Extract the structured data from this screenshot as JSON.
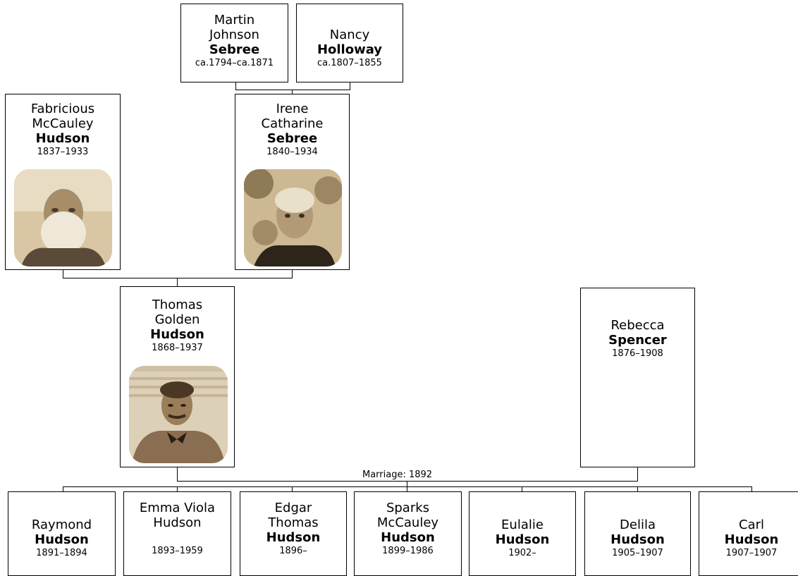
{
  "people": {
    "martin": {
      "given": [
        "Martin",
        "Johnson"
      ],
      "surname": "Sebree",
      "dates": "ca.1794–ca.1871"
    },
    "nancy": {
      "given": [
        "Nancy"
      ],
      "surname": "Holloway",
      "dates": "ca.1807–1855"
    },
    "fabricious": {
      "given": [
        "Fabricious",
        "McCauley"
      ],
      "surname": "Hudson",
      "dates": "1837–1933"
    },
    "irene": {
      "given": [
        "Irene",
        "Catharine"
      ],
      "surname": "Sebree",
      "dates": "1840–1934"
    },
    "thomas": {
      "given": [
        "Thomas",
        "Golden"
      ],
      "surname": "Hudson",
      "dates": "1868–1937"
    },
    "rebecca": {
      "given": [
        "Rebecca"
      ],
      "surname": "Spencer",
      "dates": "1876–1908"
    },
    "raymond": {
      "given": [
        "Raymond"
      ],
      "surname": "Hudson",
      "dates": "1891–1894"
    },
    "emma": {
      "given": [
        "Emma Viola",
        "Hudson"
      ],
      "surname": "",
      "dates": "1893–1959"
    },
    "edgar": {
      "given": [
        "Edgar",
        "Thomas"
      ],
      "surname": "Hudson",
      "dates": "1896–"
    },
    "sparks": {
      "given": [
        "Sparks",
        "McCauley"
      ],
      "surname": "Hudson",
      "dates": "1899–1986"
    },
    "eulalie": {
      "given": [
        "Eulalie"
      ],
      "surname": "Hudson",
      "dates": "1902–"
    },
    "delila": {
      "given": [
        "Delila"
      ],
      "surname": "Hudson",
      "dates": "1905–1907"
    },
    "carl": {
      "given": [
        "Carl"
      ],
      "surname": "Hudson",
      "dates": "1907–1907"
    }
  },
  "marriage_label": "Marriage: 1892",
  "colors": {
    "border": "#000000",
    "background": "#ffffff",
    "photo_sepia": "#c9ad87"
  }
}
